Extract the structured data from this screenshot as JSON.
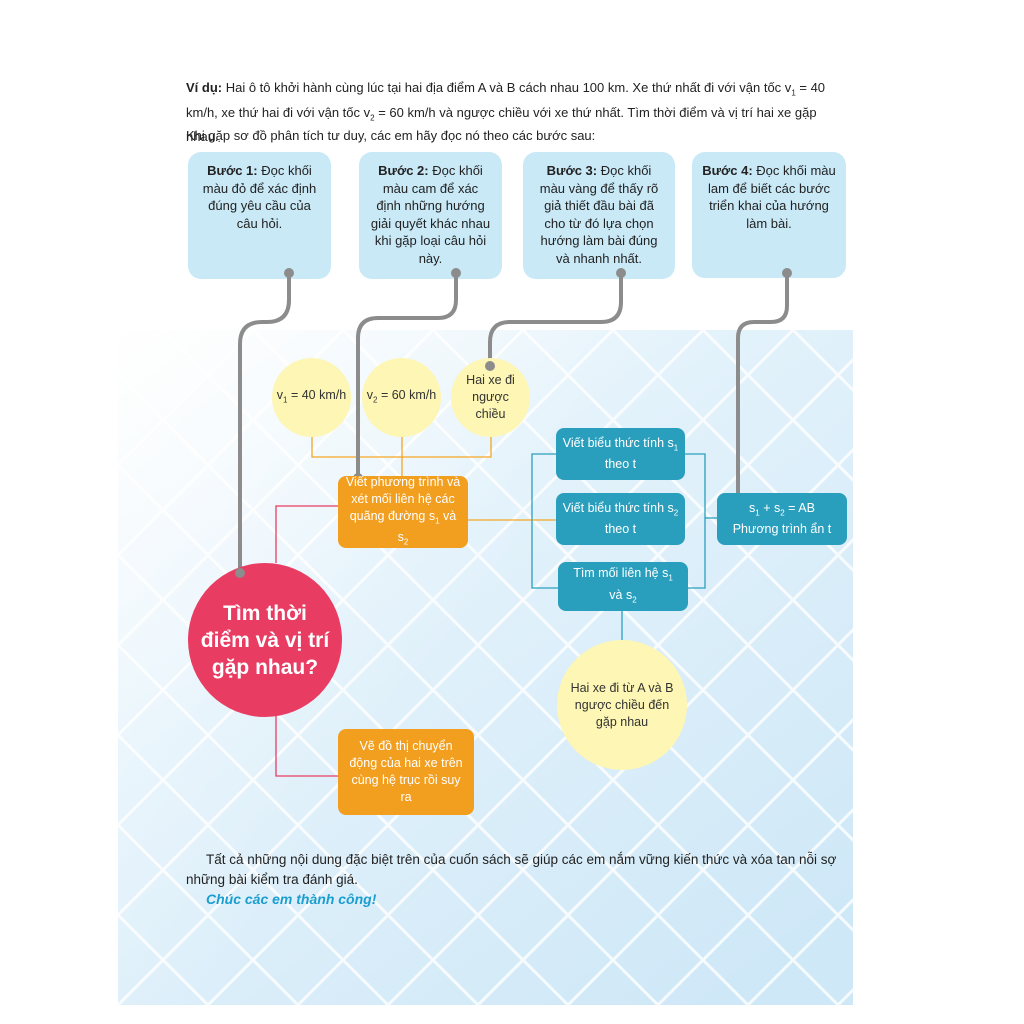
{
  "intro": {
    "example_label": "Ví dụ:",
    "example_text_1": " Hai ô tô khởi hành cùng lúc tại hai địa điểm A và B cách nhau 100 km. Xe thứ nhất đi với vận tốc v",
    "example_sub_1": "1",
    "example_text_2": " = 40 km/h, xe thứ hai đi với vận tốc v",
    "example_sub_2": "2",
    "example_text_3": " = 60 km/h và ngược chiều với xe thứ nhất. Tìm thời điểm và vị trí hai xe gặp nhau.",
    "instruction": "Khi gặp sơ đồ phân tích tư duy, các em hãy đọc nó theo các bước sau:"
  },
  "steps": [
    {
      "title": "Bước 1:",
      "text": " Đọc khối màu đỏ để xác định đúng yêu cầu của câu hỏi."
    },
    {
      "title": "Bước 2:",
      "text": " Đọc khối màu cam để xác định những hướng giải quyết khác nhau khi gặp loại câu hỏi này."
    },
    {
      "title": "Bước 3:",
      "text": " Đọc khối màu vàng để thấy rõ giả thiết đầu bài đã cho từ đó lựa chọn hướng làm bài đúng và nhanh nhất."
    },
    {
      "title": "Bước 4:",
      "text": " Đọc khối màu lam để biết các bước triển khai của hướng làm bài."
    }
  ],
  "givens": {
    "v1_prefix": "v",
    "v1_sub": "1",
    "v1_suffix": " = 40 km/h",
    "v2_prefix": "v",
    "v2_sub": "2",
    "v2_suffix": " = 60 km/h",
    "direction": "Hai xe đi ngược chiều",
    "meet": "Hai xe đi từ A và B ngược chiều đến gặp nhau"
  },
  "goal": "Tìm thời điểm và vị trí gặp nhau?",
  "approaches": {
    "equation_a": "Viết phương trình và xét mối liên hệ các quãng đường s",
    "equation_sub1": "1",
    "equation_b": " và s",
    "equation_sub2": "2",
    "graph": "Vẽ đồ thị chuyển động của hai xe trên cùng hệ trục rồi suy ra"
  },
  "steps_blue": {
    "s1_a": "Viết biểu thức tính s",
    "s1_sub": "1",
    "s1_b": " theo t",
    "s2_a": "Viết biểu thức tính s",
    "s2_sub": "2",
    "s2_b": " theo t",
    "rel_a": "Tìm mối liên hệ s",
    "rel_sub1": "1",
    "rel_b": " và s",
    "rel_sub2": "2",
    "eq_a": "s",
    "eq_sub1": "1",
    "eq_b": " + s",
    "eq_sub2": "2",
    "eq_c": " = AB",
    "eq_d": "Phương trình ẩn t"
  },
  "outro": {
    "text": "Tất cả những nội dung đặc biệt trên của cuốn sách sẽ giúp các em nắm vững kiến thức và xóa tan nỗi sợ những bài kiểm tra đánh giá.",
    "wish": "Chúc các em thành công!"
  },
  "colors": {
    "goal": "#e93c63",
    "orange": "#f29e1f",
    "yellow": "#fdf6b4",
    "blue": "#2a9fbd",
    "step_bg": "#c9e9f7",
    "wire": "#8c8c8c"
  }
}
